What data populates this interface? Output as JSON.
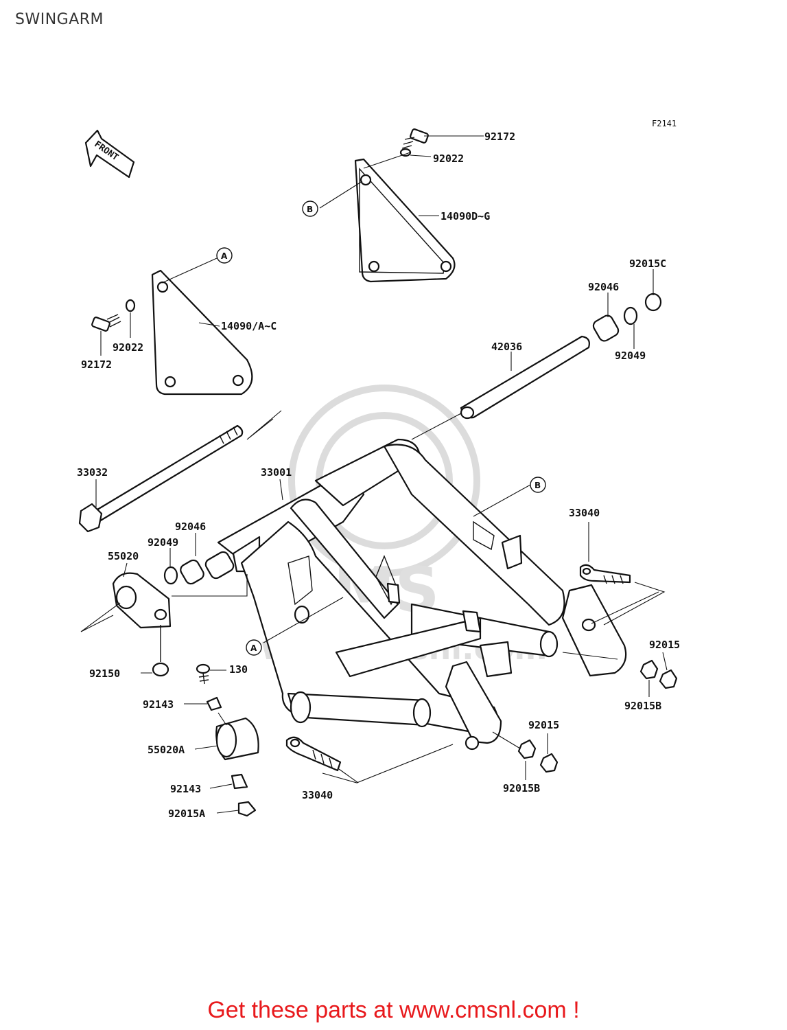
{
  "page": {
    "title": "SWINGARM",
    "figure_code": "F2141",
    "footer": "Get these parts at www.cmsnl.com !",
    "footer_color": "#e8191c"
  },
  "front_marker": {
    "label": "FRONT"
  },
  "watermark": {
    "text": "CMS",
    "url": "www.cmsnl.com"
  },
  "callouts": {
    "A": "A",
    "B": "B"
  },
  "parts": [
    {
      "id": "p92172_top",
      "number": "92172"
    },
    {
      "id": "p92022_top",
      "number": "92022"
    },
    {
      "id": "p14090DG",
      "number": "14090D~G"
    },
    {
      "id": "p92015C",
      "number": "92015C"
    },
    {
      "id": "p92046_right",
      "number": "92046"
    },
    {
      "id": "p92049_right",
      "number": "92049"
    },
    {
      "id": "p14090AC",
      "number": "14090/A~C"
    },
    {
      "id": "p92022_left",
      "number": "92022"
    },
    {
      "id": "p92172_left",
      "number": "92172"
    },
    {
      "id": "p42036",
      "number": "42036"
    },
    {
      "id": "p33032",
      "number": "33032"
    },
    {
      "id": "p33001",
      "number": "33001"
    },
    {
      "id": "p92046_left",
      "number": "92046"
    },
    {
      "id": "p92049_left",
      "number": "92049"
    },
    {
      "id": "p55020",
      "number": "55020"
    },
    {
      "id": "p33040_right",
      "number": "33040"
    },
    {
      "id": "p92015_right",
      "number": "92015"
    },
    {
      "id": "p92015B_right",
      "number": "92015B"
    },
    {
      "id": "p92150",
      "number": "92150"
    },
    {
      "id": "p130",
      "number": "130"
    },
    {
      "id": "p92143_top",
      "number": "92143"
    },
    {
      "id": "p55020A",
      "number": "55020A"
    },
    {
      "id": "p92143_bot",
      "number": "92143"
    },
    {
      "id": "p92015A",
      "number": "92015A"
    },
    {
      "id": "p33040_bot",
      "number": "33040"
    },
    {
      "id": "p92015_bot",
      "number": "92015"
    },
    {
      "id": "p92015B_bot",
      "number": "92015B"
    }
  ]
}
